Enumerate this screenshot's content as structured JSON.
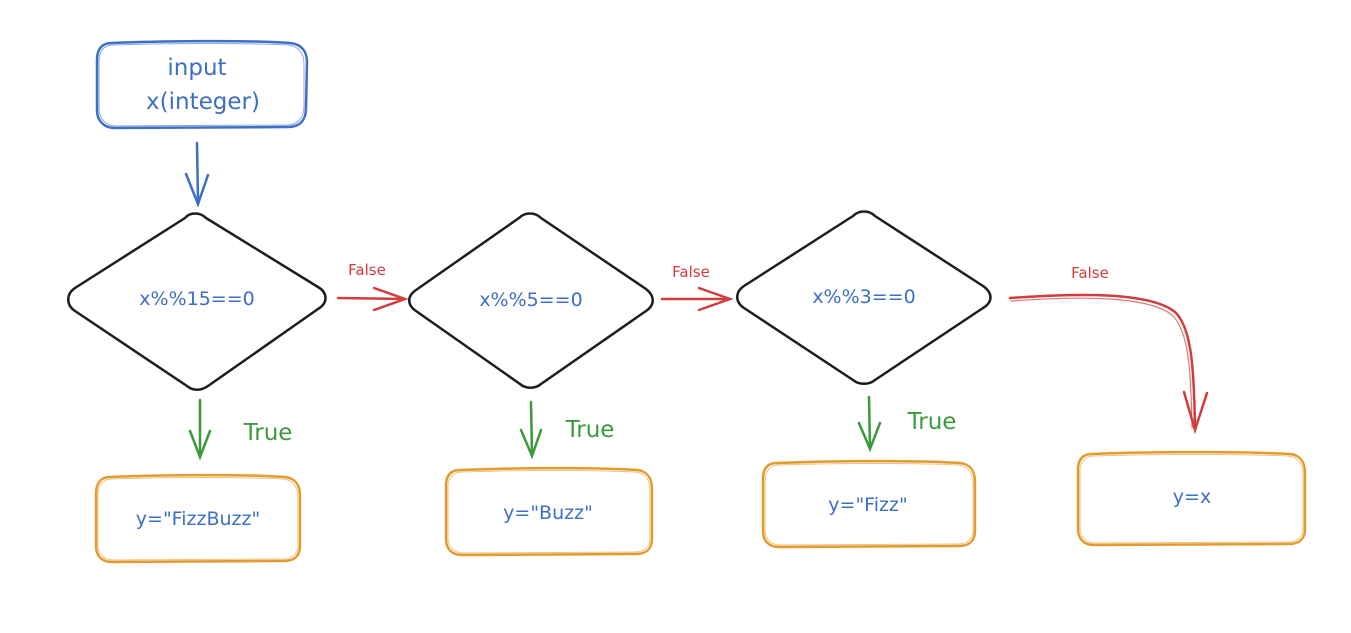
{
  "colors": {
    "blue": "#3d6fc4",
    "green": "#3c9a3c",
    "red": "#d23c3c",
    "orange": "#e39a2e",
    "black": "#1e1e1e"
  },
  "input": {
    "line1": "input",
    "line2": "x(integer)"
  },
  "conditions": [
    "x%%15==0",
    "x%%5==0",
    "x%%3==0"
  ],
  "outputs": [
    "y=\"FizzBuzz\"",
    "y=\"Buzz\"",
    "y=\"Fizz\"",
    "y=x"
  ],
  "edge_labels": {
    "true_label": "True",
    "false_label": "False"
  }
}
